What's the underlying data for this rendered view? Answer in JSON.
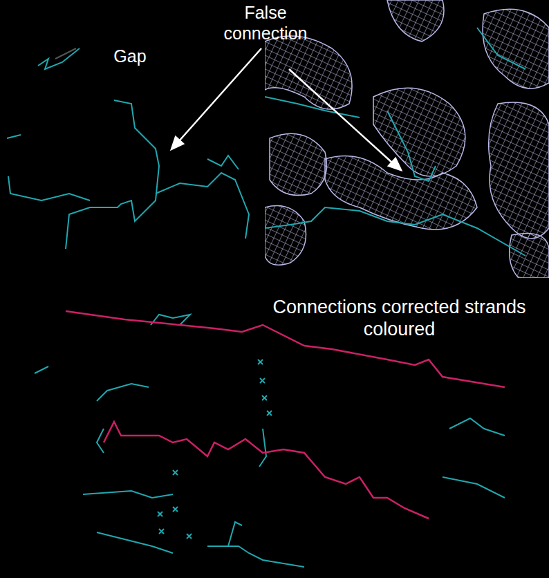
{
  "diagram": {
    "labels": [
      "Gap",
      "False connection",
      "Connections corrected strands coloured"
    ]
  }
}
